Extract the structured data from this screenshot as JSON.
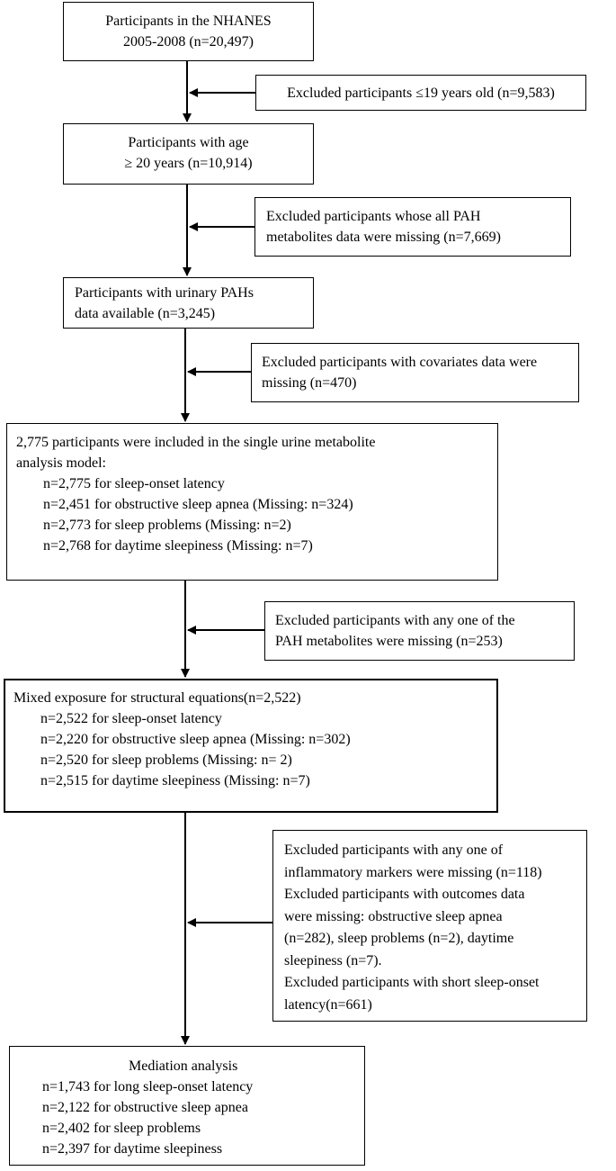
{
  "boxes": {
    "nhanes": [
      "Participants in the NHANES",
      "2005-2008 (n=20,497)"
    ],
    "excl_age": [
      "Excluded participants ≤19 years old (n=9,583)"
    ],
    "age20": [
      "Participants with age",
      "≥ 20 years (n=10,914)"
    ],
    "excl_pah": [
      "Excluded participants whose all PAH",
      "metabolites data were missing (n=7,669)"
    ],
    "urinary": [
      "Participants with urinary PAHs",
      "data available (n=3,245)"
    ],
    "excl_cov": [
      "Excluded participants with covariates data were",
      "missing (n=470)"
    ],
    "single": {
      "intro": [
        "2,775 participants were included in the single urine metabolite",
        "analysis model:"
      ],
      "items": [
        "n=2,775 for sleep-onset latency",
        "n=2,451 for obstructive sleep apnea (Missing: n=324)",
        "n=2,773 for sleep problems (Missing: n=2)",
        "n=2,768 for daytime sleepiness (Missing: n=7)"
      ]
    },
    "excl_any": [
      "Excluded participants with any one of the",
      "PAH metabolites were missing (n=253)"
    ],
    "mixed": {
      "intro": [
        "Mixed exposure for structural equations(n=2,522)"
      ],
      "items": [
        "n=2,522 for sleep-onset latency",
        "n=2,220 for obstructive sleep apnea (Missing: n=302)",
        "n=2,520 for sleep problems (Missing: n= 2)",
        "n=2,515 for daytime sleepiness (Missing: n=7)"
      ]
    },
    "excl_multi": [
      "Excluded participants with any one of",
      "inflammatory markers were missing (n=118)",
      "Excluded participants with outcomes data",
      "were missing: obstructive sleep apnea",
      "(n=282), sleep problems (n=2), daytime",
      "sleepiness (n=7).",
      "Excluded participants with short sleep-onset",
      "latency(n=661)"
    ],
    "mediation": {
      "title": "Mediation analysis",
      "items": [
        "n=1,743 for long sleep-onset latency",
        "n=2,122 for obstructive sleep apnea",
        "n=2,402 for sleep problems",
        "n=2,397 for daytime sleepiness"
      ]
    }
  }
}
